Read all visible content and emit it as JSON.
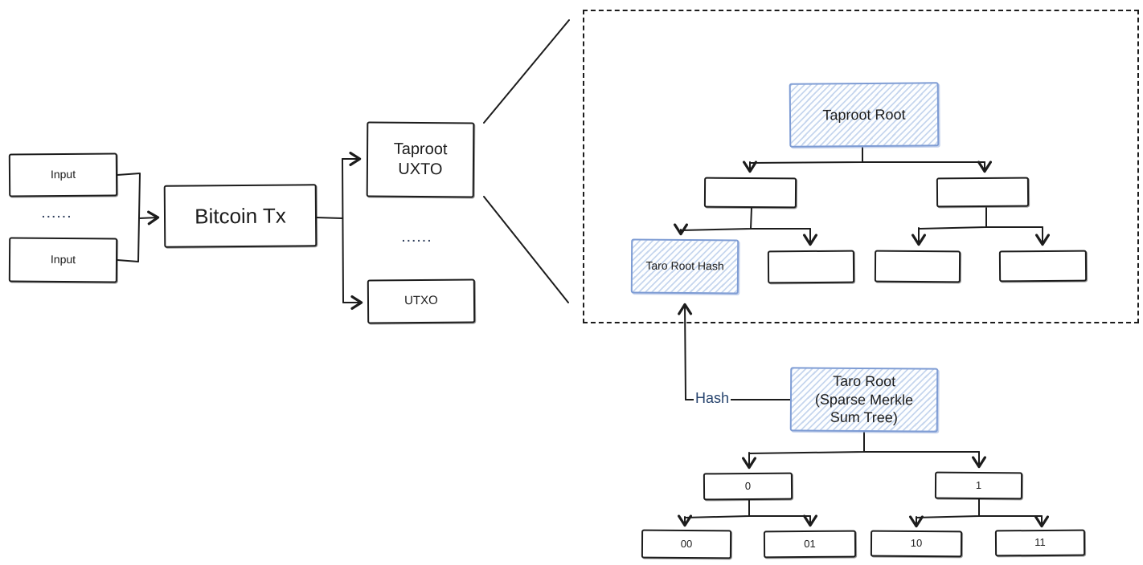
{
  "transaction_flow": {
    "input_top_label": "Input",
    "input_bottom_label": "Input",
    "inputs_ellipsis": "......",
    "bitcoin_tx_label": "Bitcoin Tx",
    "taproot_utxo_line1": "Taproot",
    "taproot_utxo_line2": "UXTO",
    "outputs_ellipsis": "......",
    "utxo_label": "UTXO"
  },
  "taproot_tree": {
    "root_label": "Taproot Root",
    "taro_root_hash_label": "Taro Root Hash"
  },
  "taro_tree": {
    "hash_edge_label": "Hash",
    "root_line1": "Taro Root",
    "root_line2": "(Sparse Merkle",
    "root_line3": "Sum Tree)",
    "node_left_label": "0",
    "node_right_label": "1",
    "leaf_labels": [
      "00",
      "01",
      "10",
      "11"
    ]
  },
  "colors": {
    "stroke": "#1c1c1c",
    "blue_border": "#7e9cd4",
    "blue_hatch": "#90aedd",
    "hash_text": "#27446e",
    "ellipsis_text": "#2f3e5c"
  }
}
